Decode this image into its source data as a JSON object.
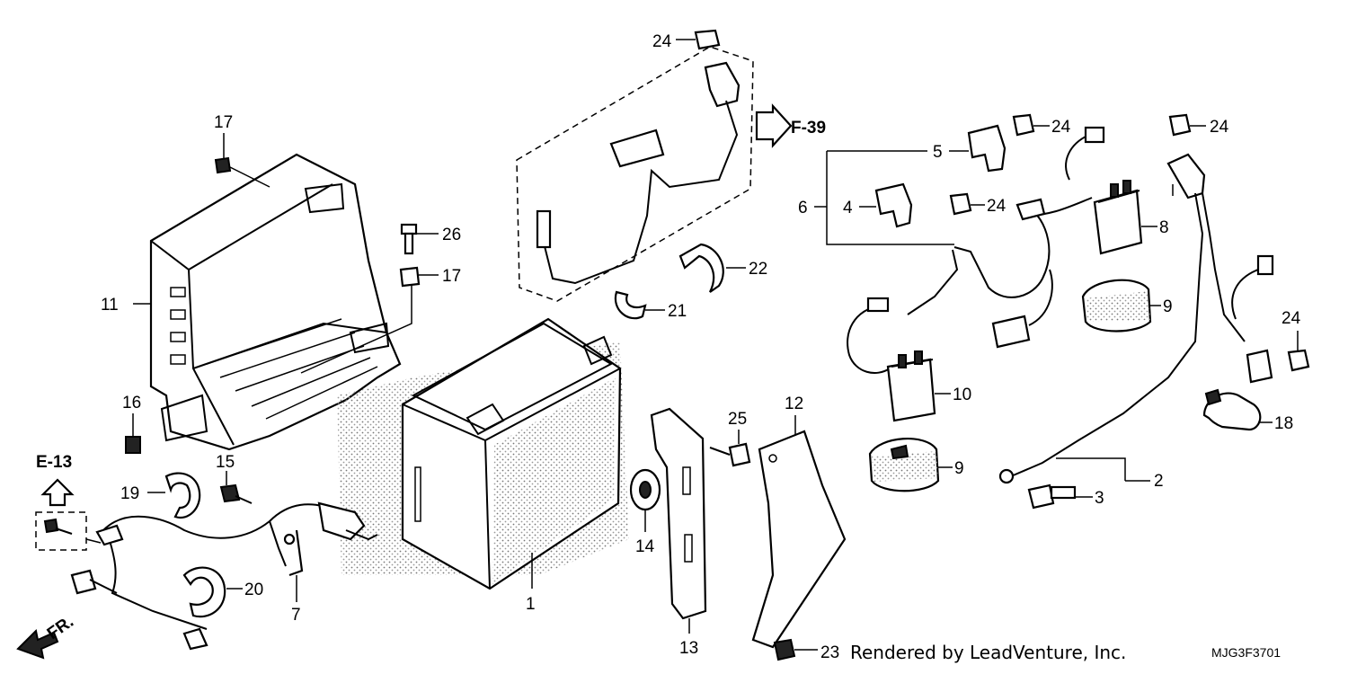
{
  "callouts": {
    "c1": "1",
    "c2": "2",
    "c3": "3",
    "c4": "4",
    "c5": "5",
    "c6": "6",
    "c7": "7",
    "c8": "8",
    "c9a": "9",
    "c9b": "9",
    "c10": "10",
    "c11": "11",
    "c12": "12",
    "c13": "13",
    "c14": "14",
    "c15": "15",
    "c16": "16",
    "c17a": "17",
    "c17b": "17",
    "c18": "18",
    "c19": "19",
    "c20": "20",
    "c21": "21",
    "c22": "22",
    "c23": "23",
    "c24a": "24",
    "c24b": "24",
    "c24c": "24",
    "c24d": "24",
    "c24e": "24",
    "c25": "25",
    "c26": "26"
  },
  "references": {
    "f39": "F-39",
    "e13": "E-13",
    "fr": "FR."
  },
  "footer": {
    "credit": "Rendered by LeadVenture, Inc.",
    "diagram_code": "MJG3F3701"
  }
}
